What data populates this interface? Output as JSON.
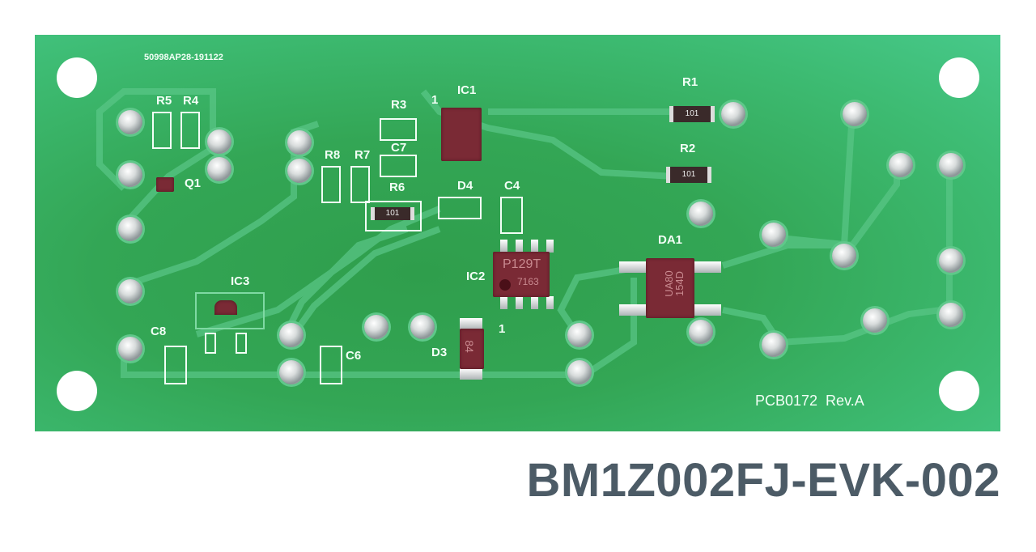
{
  "product_title": "BM1Z002FJ-EVK-002",
  "board": {
    "serial_marking": "50998AP28-191122",
    "board_marking": "PCB0172  Rev.A",
    "colors": {
      "solder_mask": "#36ac5e",
      "silkscreen": "#f2fff6",
      "title_text": "#4c5b66"
    },
    "labels": {
      "R1": "R1",
      "R2": "R2",
      "R3": "R3",
      "R4": "R4",
      "R5": "R5",
      "R6": "R6",
      "R7": "R7",
      "R8": "R8",
      "IC1": "IC1",
      "IC2": "IC2",
      "IC3": "IC3",
      "Q1": "Q1",
      "C4": "C4",
      "C6": "C6",
      "C7": "C7",
      "C8": "C8",
      "D3": "D3",
      "D4": "D4",
      "DA1": "DA1",
      "pin1_ic1": "1",
      "pin1_ic2": "1"
    },
    "part_markings": {
      "resistor_code": "101",
      "ic2_line1": "P129T",
      "ic2_line2": "7163",
      "da1_line1": "UA80",
      "da1_line2": "154D",
      "d3": "84"
    }
  }
}
